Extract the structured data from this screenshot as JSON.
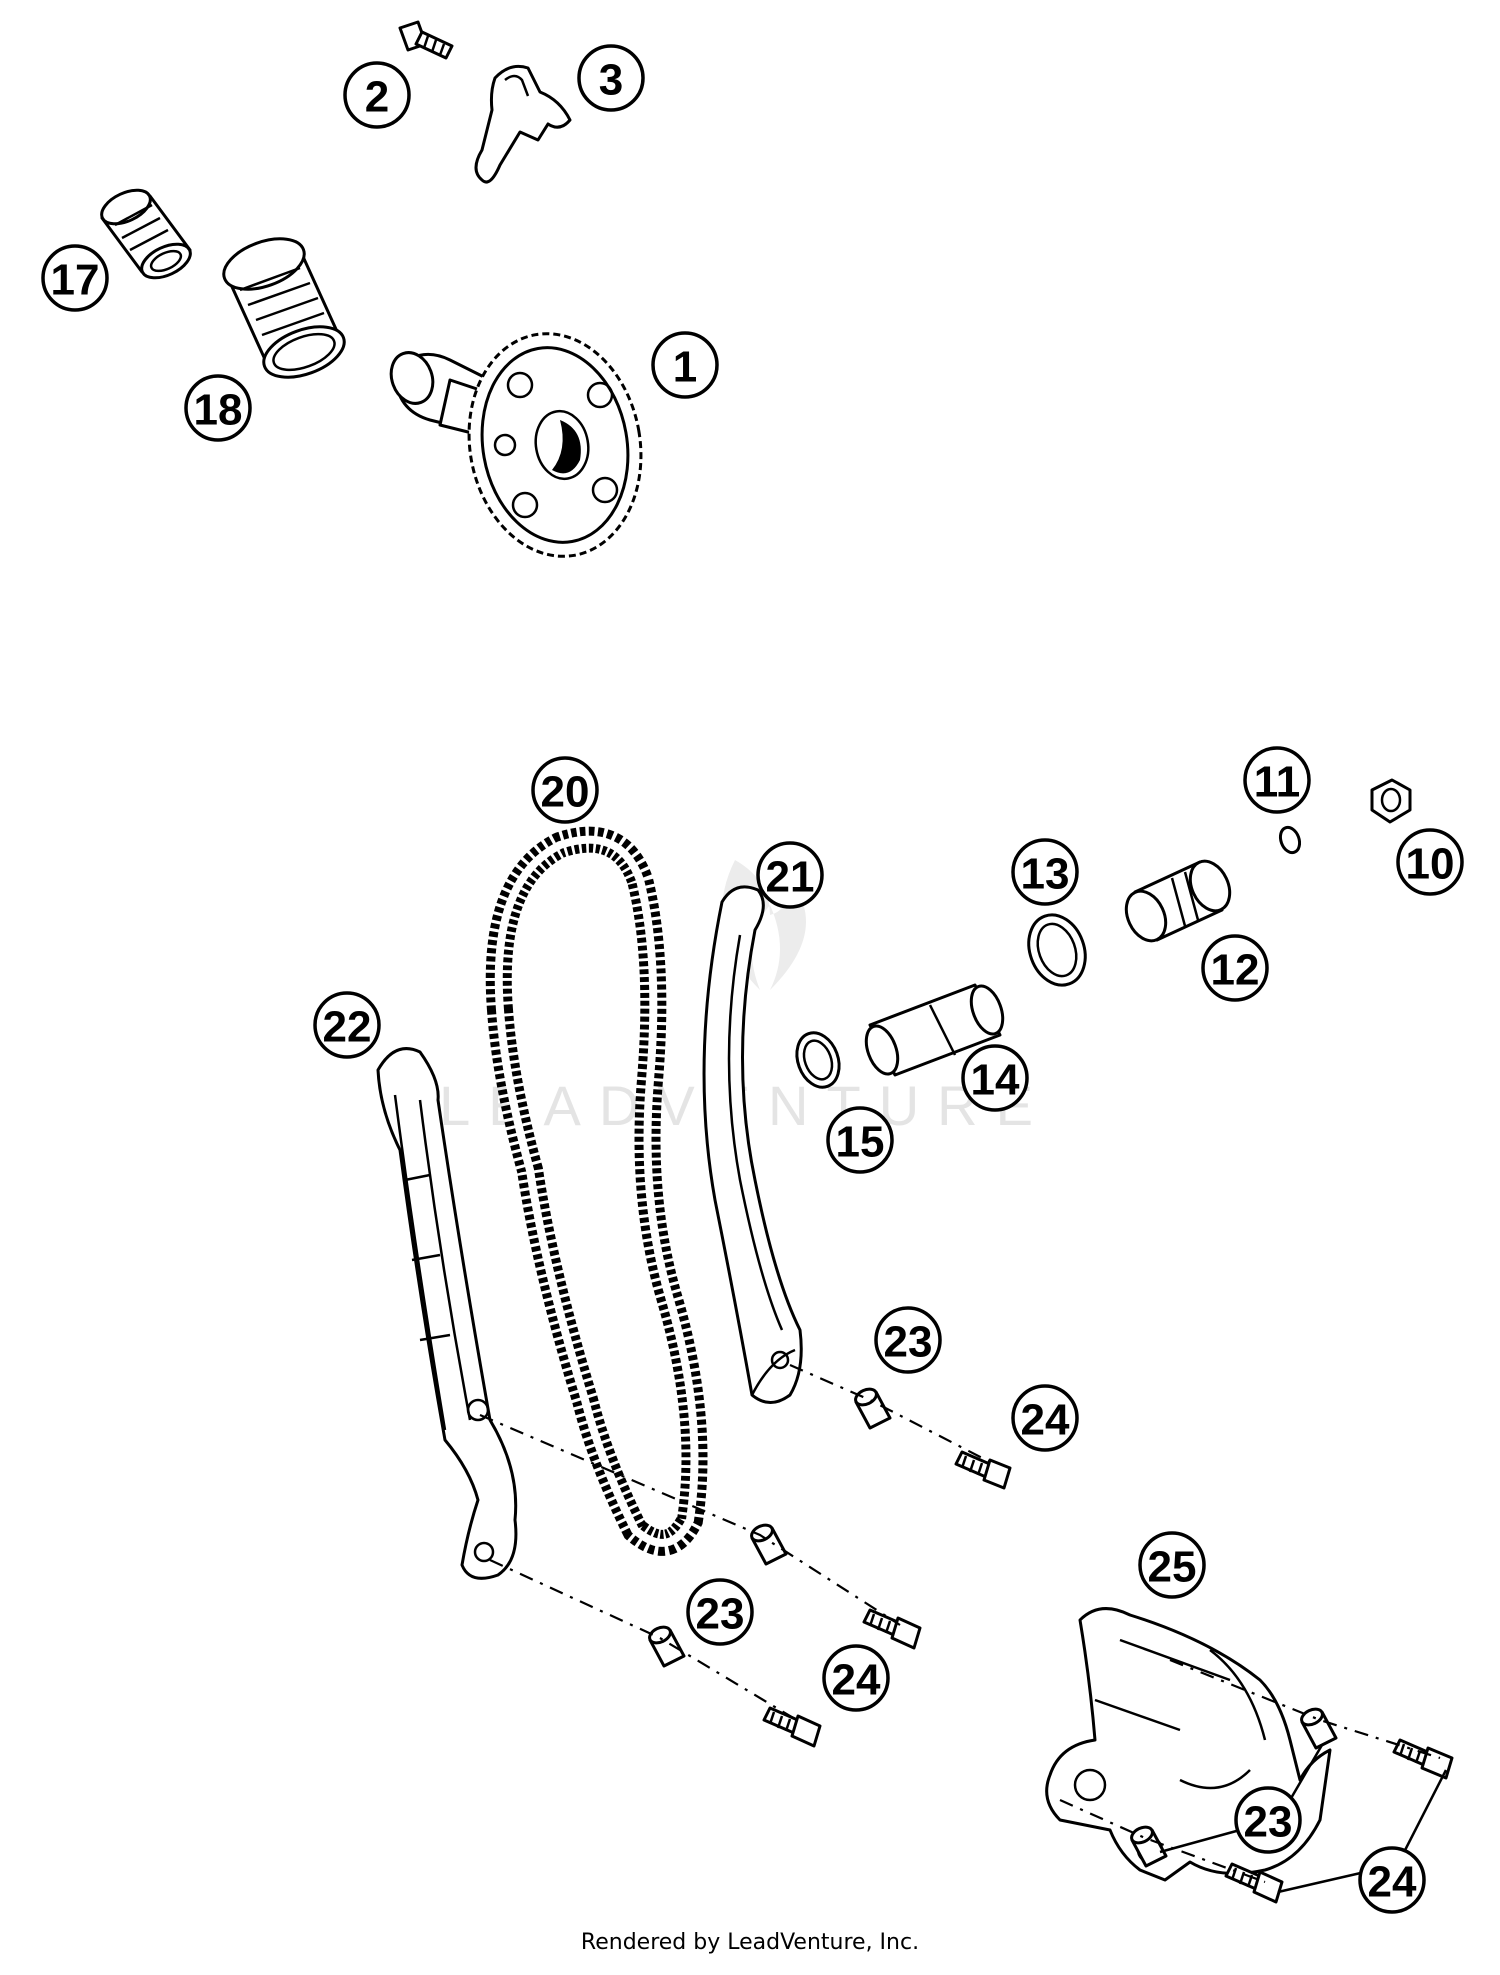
{
  "watermark": "LEADVENTURE",
  "footer": "Rendered by LeadVenture, Inc.",
  "callouts": {
    "c1": "1",
    "c2": "2",
    "c3": "3",
    "c10": "10",
    "c11": "11",
    "c12": "12",
    "c13": "13",
    "c14": "14",
    "c15": "15",
    "c17": "17",
    "c18": "18",
    "c20": "20",
    "c21": "21",
    "c22": "22",
    "c23a": "23",
    "c23b": "23",
    "c23c": "23",
    "c24a": "24",
    "c24b": "24",
    "c24c": "24",
    "c25": "25"
  }
}
